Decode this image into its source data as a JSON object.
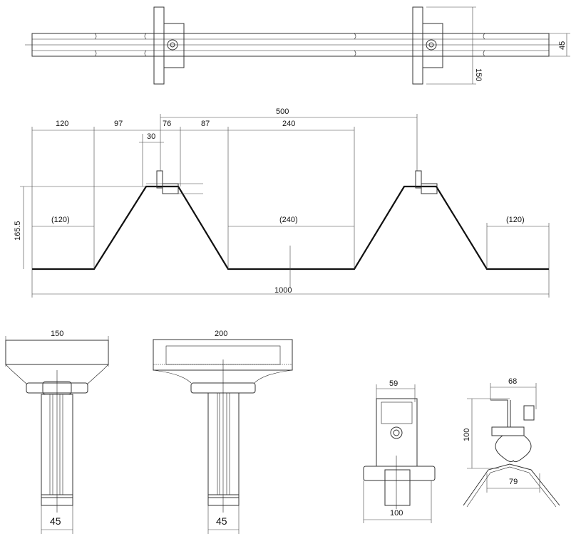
{
  "top_view": {
    "dim_height": "45",
    "dim_bracket": "150"
  },
  "profile_view": {
    "dim_pitch": "500",
    "dim_top": [
      "120",
      "97",
      "30",
      "76",
      "87",
      "240"
    ],
    "dim_height": "165.5",
    "dim_inner": [
      "(120)",
      "(240)",
      "(120)"
    ],
    "dim_total": "1000"
  },
  "detail_views": {
    "view1": {
      "width": "150",
      "post": "45"
    },
    "view2": {
      "width": "200",
      "post": "45"
    },
    "view3": {
      "width": "59",
      "base": "100"
    },
    "view4": {
      "width": "68",
      "height": "100",
      "span": "79"
    }
  }
}
